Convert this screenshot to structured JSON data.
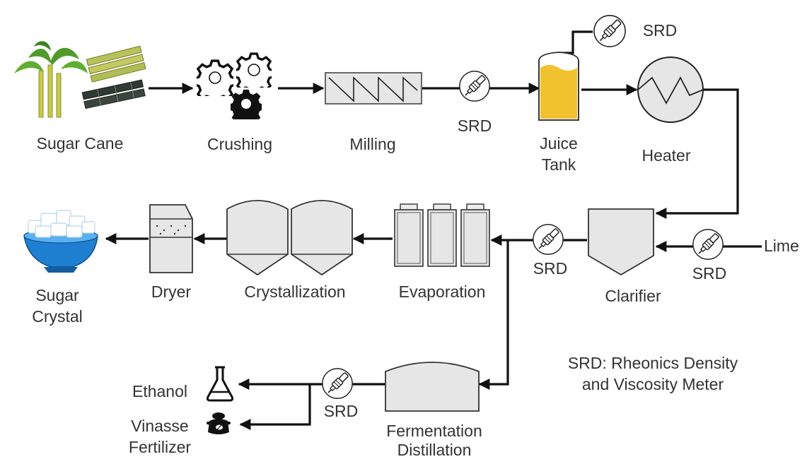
{
  "labels": {
    "sugar_cane": "Sugar Cane",
    "crushing": "Crushing",
    "milling": "Milling",
    "srd": "SRD",
    "juice_tank_line1": "Juice",
    "juice_tank_line2": "Tank",
    "heater": "Heater",
    "lime": "Lime",
    "clarifier": "Clarifier",
    "evaporation": "Evaporation",
    "crystallization": "Crystallization",
    "dryer": "Dryer",
    "sugar_crystal_line1": "Sugar",
    "sugar_crystal_line2": "Crystal",
    "ethanol": "Ethanol",
    "vinasse_line1": "Vinasse",
    "vinasse_line2": "Fertilizer",
    "fermentation_line1": "Fermentation",
    "fermentation_line2": "Distillation",
    "legend_line1": "SRD: Rheonics Density",
    "legend_line2": "and Viscosity Meter"
  },
  "colors": {
    "juice": "#f2c12e",
    "bowl": "#1f7fd1",
    "cane_leaf": "#4f9a2a",
    "cane_stalk": "#b8c25a",
    "equipment_fill": "#e6e6e6",
    "line": "#111111"
  },
  "icons": {
    "sensor": "srd-sensor-icon",
    "gear": "gear-icon",
    "flask": "flask-icon",
    "fertilizer": "fertilizer-bag-icon"
  }
}
